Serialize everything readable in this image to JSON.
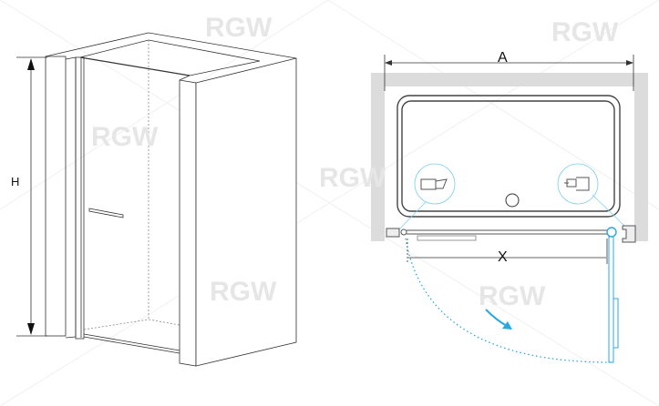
{
  "labels": {
    "height": "H",
    "width": "A",
    "door_width": "X"
  },
  "watermark": "RGW",
  "colors": {
    "line": "#333333",
    "wall": "#dcdcdc",
    "accent": "#29a8e0",
    "dim": "#9a9a9a"
  }
}
